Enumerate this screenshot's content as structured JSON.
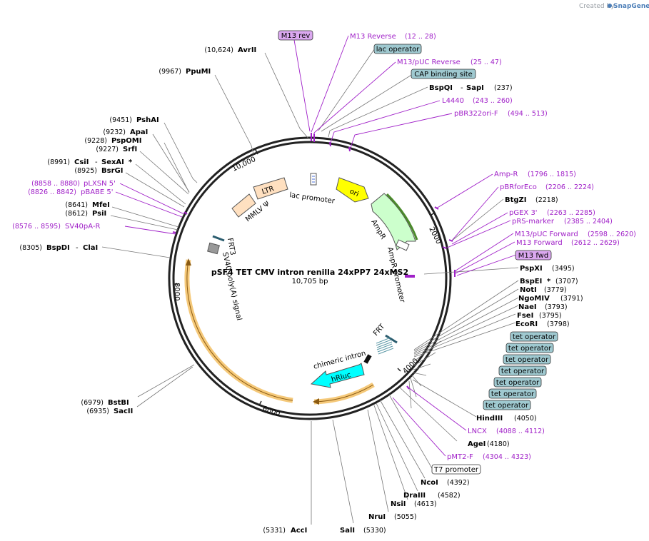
{
  "credit": {
    "text": "Created by",
    "brand": "SnapGene"
  },
  "plasmid": {
    "name": "pSF4 TET CMV intron renilla 24xPP7 24xMS2",
    "length_label": "10,705 bp"
  },
  "ticks": [
    "2000",
    "4000",
    "6000",
    "8000",
    "10,000"
  ],
  "enzymes": {
    "avrII": {
      "pos": "(10,624)",
      "name": "AvrII"
    },
    "ppuMI": {
      "pos": "(9967)",
      "name": "PpuMI"
    },
    "pshAI": {
      "pos": "(9451)",
      "name": "PshAI"
    },
    "apaI": {
      "pos": "(9232)",
      "name": "ApaI"
    },
    "pspOMI": {
      "pos": "(9228)",
      "name": "PspOMI"
    },
    "srfI": {
      "pos": "(9227)",
      "name": "SrfI"
    },
    "csiI": {
      "pos": "(8991)",
      "name": "CsiI",
      "sep": "-",
      "name2": "SexAI",
      "star": "*"
    },
    "bsrGI": {
      "pos": "(8925)",
      "name": "BsrGI"
    },
    "mfeI": {
      "pos": "(8641)",
      "name": "MfeI"
    },
    "psiI": {
      "pos": "(8612)",
      "name": "PsiI"
    },
    "bspDI": {
      "pos": "(8305)",
      "name": "BspDI",
      "sep": "-",
      "name2": "ClaI"
    },
    "bstBI": {
      "pos": "(6979)",
      "name": "BstBI"
    },
    "sacII": {
      "pos": "(6935)",
      "name": "SacII"
    },
    "accI": {
      "pos": "(5331)",
      "name": "AccI"
    },
    "salI": {
      "name": "SalI",
      "pos": "(5330)"
    },
    "nruI": {
      "name": "NruI",
      "pos": "(5055)"
    },
    "nsiI": {
      "name": "NsiI",
      "pos": "(4613)"
    },
    "draIII": {
      "name": "DraIII",
      "pos": "(4582)"
    },
    "ncoI": {
      "name": "NcoI",
      "pos": "(4392)"
    },
    "ageI": {
      "name": "AgeI",
      "pos": "(4180)"
    },
    "hindIII": {
      "name": "HindIII",
      "pos": "(4050)"
    },
    "ecoRI": {
      "name": "EcoRI",
      "pos": "(3798)"
    },
    "fseI": {
      "name": "FseI",
      "pos": "(3795)"
    },
    "naeI": {
      "name": "NaeI",
      "pos": "(3793)"
    },
    "ngoMIV": {
      "name": "NgoMIV",
      "pos": "(3791)"
    },
    "notI": {
      "name": "NotI",
      "pos": "(3779)"
    },
    "bspEI": {
      "name": "BspEI",
      "star": "*",
      "pos": "(3707)"
    },
    "pspXI": {
      "name": "PspXI",
      "pos": "(3495)"
    },
    "btgZI": {
      "name": "BtgZI",
      "pos": "(2218)"
    },
    "bspQI": {
      "name": "BspQI",
      "sep": "-",
      "name2": "SapI",
      "pos": "(237)"
    }
  },
  "primers": {
    "m13Reverse": {
      "name": "M13 Reverse",
      "range": "(12 .. 28)"
    },
    "m13pucReverse": {
      "name": "M13/pUC Reverse",
      "range": "(25 .. 47)"
    },
    "l4440": {
      "name": "L4440",
      "range": "(243 .. 260)"
    },
    "pbr322ori": {
      "name": "pBR322ori-F",
      "range": "(494 .. 513)"
    },
    "ampR": {
      "name": "Amp-R",
      "range": "(1796 .. 1815)"
    },
    "pbrforEco": {
      "name": "pBRforEco",
      "range": "(2206 .. 2224)"
    },
    "pgex3": {
      "name": "pGEX 3'",
      "range": "(2263 .. 2285)"
    },
    "prsMarker": {
      "name": "pRS-marker",
      "range": "(2385 .. 2404)"
    },
    "m13pucForward": {
      "name": "M13/pUC Forward",
      "range": "(2598 .. 2620)"
    },
    "m13Forward": {
      "name": "M13 Forward",
      "range": "(2612 .. 2629)"
    },
    "lncx": {
      "name": "LNCX",
      "range": "(4088 .. 4112)"
    },
    "pmt2": {
      "name": "pMT2-F",
      "range": "(4304 .. 4323)"
    },
    "plxsn": {
      "range": "(8858 .. 8880)",
      "name": "pLXSN 5'"
    },
    "pbabe": {
      "range": "(8826 .. 8842)",
      "name": "pBABE 5'"
    },
    "sv40pa": {
      "range": "(8576 .. 8595)",
      "name": "SV40pA-R"
    }
  },
  "boxes": {
    "m13rev": "M13 rev",
    "lacOperator": "lac operator",
    "capSite": "CAP binding site",
    "m13fwd": "M13 fwd",
    "tetOperator": "tet operator",
    "t7promoter": "T7 promoter"
  },
  "features": {
    "ori": "ori",
    "ampR": "AmpR",
    "ampRpromoter": "AmpR promoter",
    "lacPromoter": "lac promoter",
    "ltr": "LTR",
    "mmlv": "MMLV Ψ",
    "frt3": "FRT3",
    "sv40": "SV40 poly(A) signal",
    "frt": "FRT",
    "chimericIntron": "chimeric intron",
    "hRluc": "hRluc"
  },
  "colors": {
    "primer": "#a020c8",
    "ori": "#ffff00",
    "ampR": "#ccffcc",
    "ltr": "#ffe0c0",
    "hRluc": "#00ffff",
    "sv40": "#f5c97a",
    "operatorBox": "#9fc9d0",
    "primerBox": "#dba8f0"
  }
}
